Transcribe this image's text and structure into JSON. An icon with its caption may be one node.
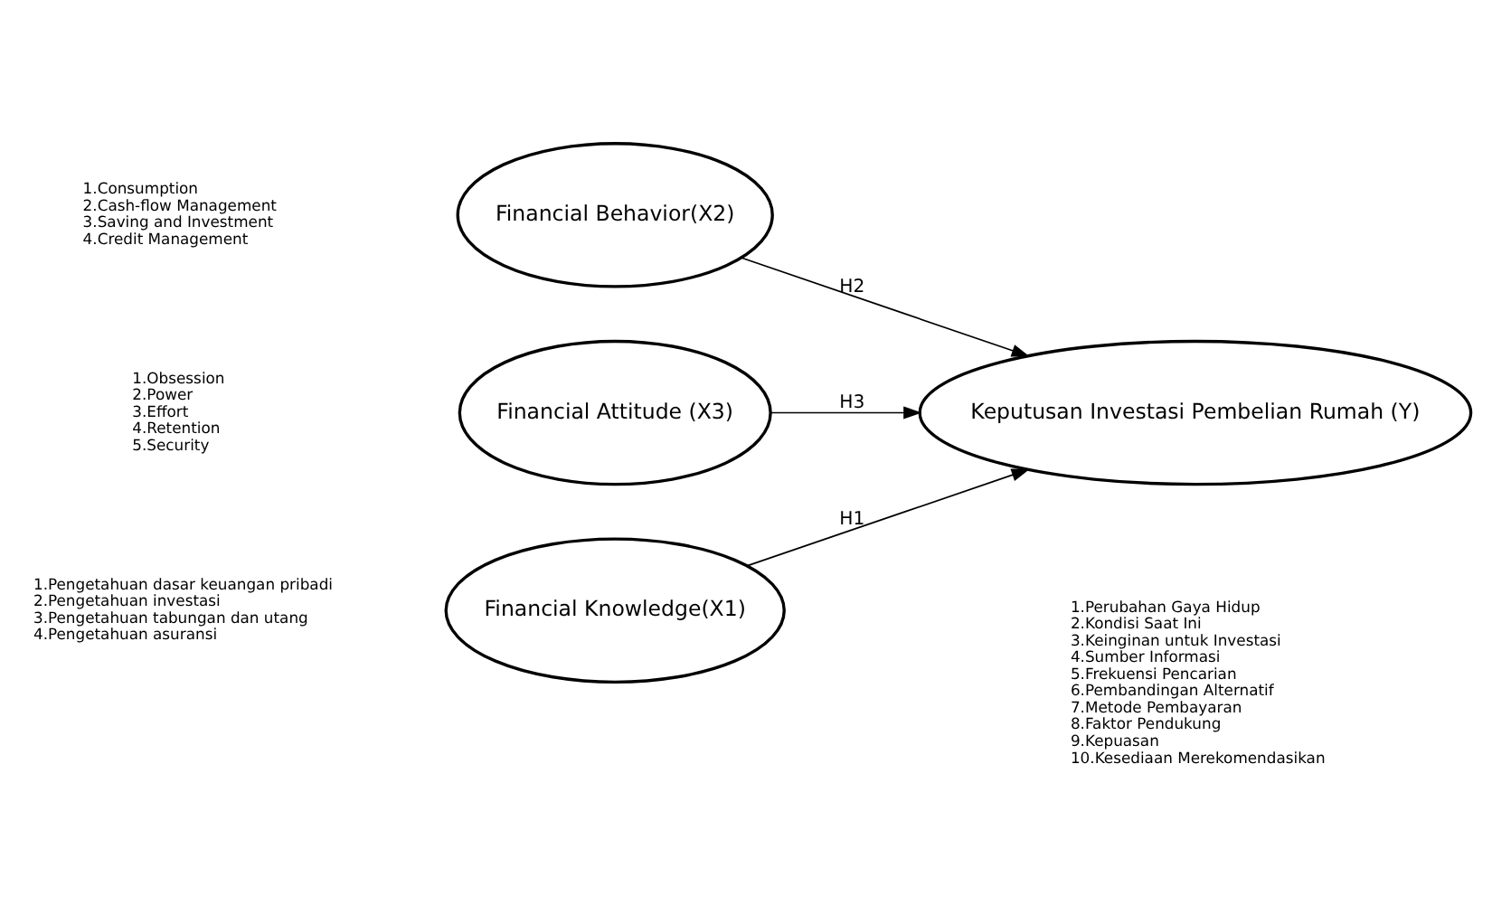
{
  "diagram": {
    "nodes": [
      {
        "text": [
          "Financial Knowledge(X1)"
        ],
        "beside": [
          "1.Pengetahuan dasar keuangan pribadi",
          "2.Pengetahuan investasi",
          "3.Pengetahuan tabungan dan utang",
          "4.Pengetahuan asuransi"
        ]
      },
      {
        "text": [
          "Financial Behavior(X2)"
        ],
        "beside": [
          "1.Consumption",
          "2.Cash-flow Management",
          "3.Saving and Investment",
          "4.Credit Management"
        ]
      },
      {
        "text": [
          "Financial Attitude (X3)"
        ],
        "beside": [
          "1.Obsession",
          "2.Power",
          "3.Effort",
          "4.Retention",
          "5.Security"
        ]
      },
      {
        "text": [
          "Keputusan Investasi Pembelian Rumah (Y)"
        ],
        "beside": [
          "1.Perubahan Gaya Hidup",
          "2.Kondisi Saat Ini",
          "3.Keinginan untuk Investasi",
          "4.Sumber Informasi",
          "5.Frekuensi Pencarian",
          "6.Pembandingan Alternatif",
          "7.Metode Pembayaran",
          "8.Faktor Pendukung",
          "9.Kepuasan",
          "10.Kesediaan Merekomendasikan"
        ]
      }
    ],
    "edges": [
      {
        "from": 0,
        "to": 3,
        "arrow": "to",
        "label": "H1"
      },
      {
        "from": 1,
        "to": 3,
        "arrow": "to",
        "label": "H2"
      },
      {
        "from": 2,
        "to": 3,
        "arrow": "to",
        "label": "H3"
      }
    ]
  }
}
